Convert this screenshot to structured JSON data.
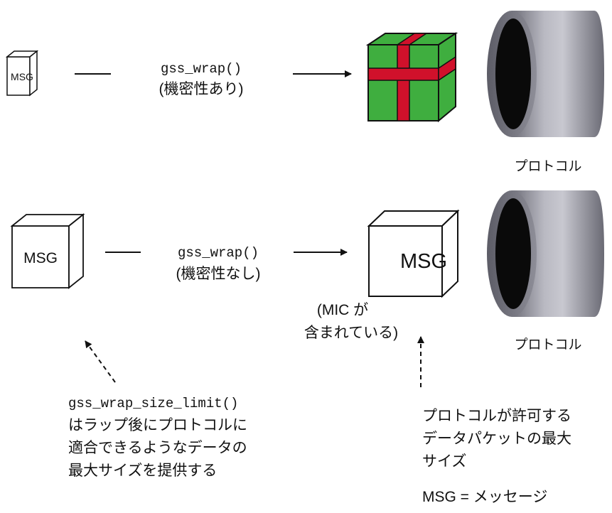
{
  "top_row": {
    "msg_label": "MSG",
    "function": "gss_wrap()",
    "mode": "(機密性あり)",
    "protocol_label": "プロトコル"
  },
  "bottom_row": {
    "msg_label": "MSG",
    "function": "gss_wrap()",
    "mode": "(機密性なし)",
    "wrapped_msg_label": "MSG",
    "mic_line1": "(MIC が",
    "mic_line2": "含まれている)",
    "protocol_label": "プロトコル"
  },
  "notes": {
    "size_limit_function": "gss_wrap_size_limit()",
    "size_limit_line1": "はラップ後にプロトコルに",
    "size_limit_line2": "適合できるようなデータの",
    "size_limit_line3": "最大サイズを提供する",
    "protocol_max_line1": "プロトコルが許可する",
    "protocol_max_line2": "データパケットの最大",
    "protocol_max_line3": "サイズ",
    "legend": "MSG = メッセージ"
  },
  "colors": {
    "package_green": "#3fae3f",
    "ribbon_red": "#d0112b",
    "cylinder_gray": "#9a9aa6"
  }
}
